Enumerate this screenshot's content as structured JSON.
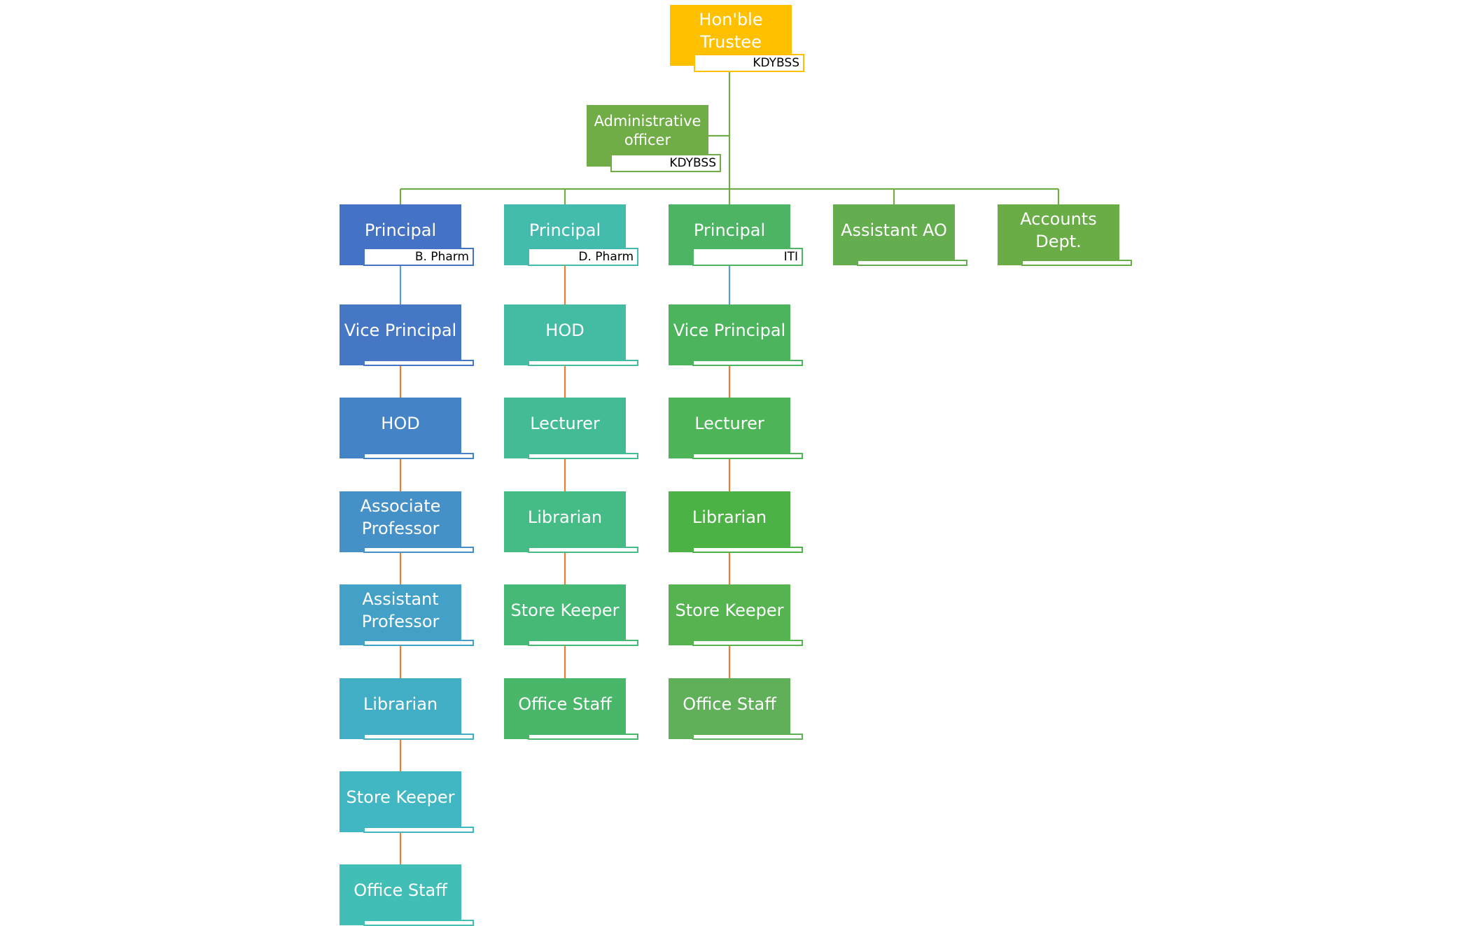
{
  "colors": {
    "trustee": "#ffc000",
    "trustee_connector": "#70ad47",
    "orange_connector": "#ed7d31",
    "blue_connector": "#5b9bd5",
    "admin": "#70ad47"
  },
  "nodes": {
    "trustee": {
      "label": "Hon'ble Trustee",
      "tag": "KDYBSS",
      "color": "#ffc000"
    },
    "admin": {
      "label": "Administrative officer",
      "tag": "KDYBSS",
      "color": "#70ad47"
    },
    "bpharm": [
      {
        "label": "Principal",
        "tag": "B. Pharm",
        "color": "#4472c4"
      },
      {
        "label": "Vice Principal",
        "tag": "",
        "color": "#4577c4"
      },
      {
        "label": "HOD",
        "tag": "",
        "color": "#4483c5"
      },
      {
        "label": "Associate Professor",
        "tag": "",
        "color": "#4590c6"
      },
      {
        "label": "Assistant Professor",
        "tag": "",
        "color": "#43a0c7"
      },
      {
        "label": "Librarian",
        "tag": "",
        "color": "#42aec6"
      },
      {
        "label": "Store Keeper",
        "tag": "",
        "color": "#40b7c2"
      },
      {
        "label": "Office Staff",
        "tag": "",
        "color": "#41beb6"
      }
    ],
    "dpharm": [
      {
        "label": "Principal",
        "tag": "D. Pharm",
        "color": "#43bcae"
      },
      {
        "label": "HOD",
        "tag": "",
        "color": "#43bca3"
      },
      {
        "label": "Lecturer",
        "tag": "",
        "color": "#43bb95"
      },
      {
        "label": "Librarian",
        "tag": "",
        "color": "#45bb86"
      },
      {
        "label": "Store Keeper",
        "tag": "",
        "color": "#46b977"
      },
      {
        "label": "Office Staff",
        "tag": "",
        "color": "#49b66a"
      }
    ],
    "iti": [
      {
        "label": "Principal",
        "tag": "ITI",
        "color": "#4db463"
      },
      {
        "label": "Vice Principal",
        "tag": "",
        "color": "#4db45e"
      },
      {
        "label": "Lecturer",
        "tag": "",
        "color": "#4db457"
      },
      {
        "label": "Librarian",
        "tag": "",
        "color": "#4cb246"
      },
      {
        "label": "Store Keeper",
        "tag": "",
        "color": "#55b44f"
      },
      {
        "label": "Office Staff",
        "tag": "",
        "color": "#5fb058"
      }
    ],
    "assistant_ao": {
      "label": "Assistant AO",
      "tag": "",
      "color": "#65ae4f"
    },
    "accounts": {
      "label": "Accounts Dept.",
      "tag": "",
      "color": "#6aad47"
    }
  }
}
